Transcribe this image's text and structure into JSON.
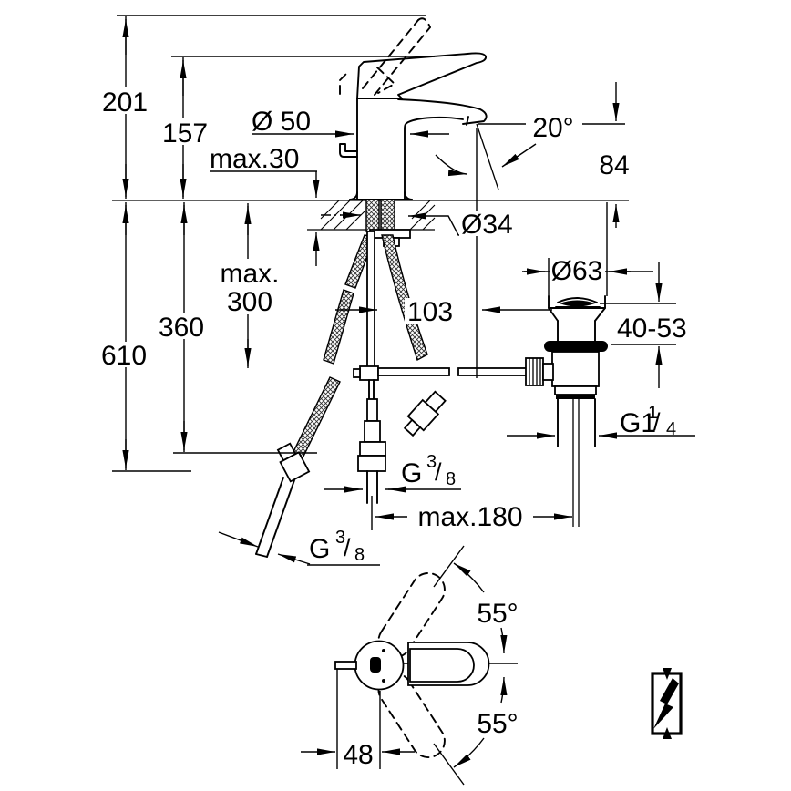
{
  "meta": {
    "type": "installation-dimension-drawing",
    "subject": "single-lever basin mixer with pop-up waste",
    "background_color": "#ffffff",
    "line_color": "#000000"
  },
  "dimensions": {
    "height_total": "201",
    "height_body": "157",
    "base_diameter": "Ø 50",
    "deck_thickness_max": "max.30",
    "spout_angle": "20°",
    "spout_height": "84",
    "hole_diameter": "Ø34",
    "rod_max_prefix": "max.",
    "rod_max_value": "300",
    "hose_length": "360",
    "supply_length": "610",
    "spout_reach": "103",
    "waste_flange_diameter": "Ø63",
    "mounting_range": "40-53",
    "waste_thread": {
      "base": "G1",
      "sup": "1",
      "slash": "/",
      "sub": "4"
    },
    "supply_thread": {
      "base": "G",
      "sup": "3",
      "slash": "/",
      "sub": "8"
    },
    "drain_offset_max": "max.180",
    "handle_offset": "48",
    "handle_swing_upper": "55°",
    "handle_swing_lower": "55°"
  },
  "icons": {
    "lightning": "lightning-bolt-in-box"
  }
}
